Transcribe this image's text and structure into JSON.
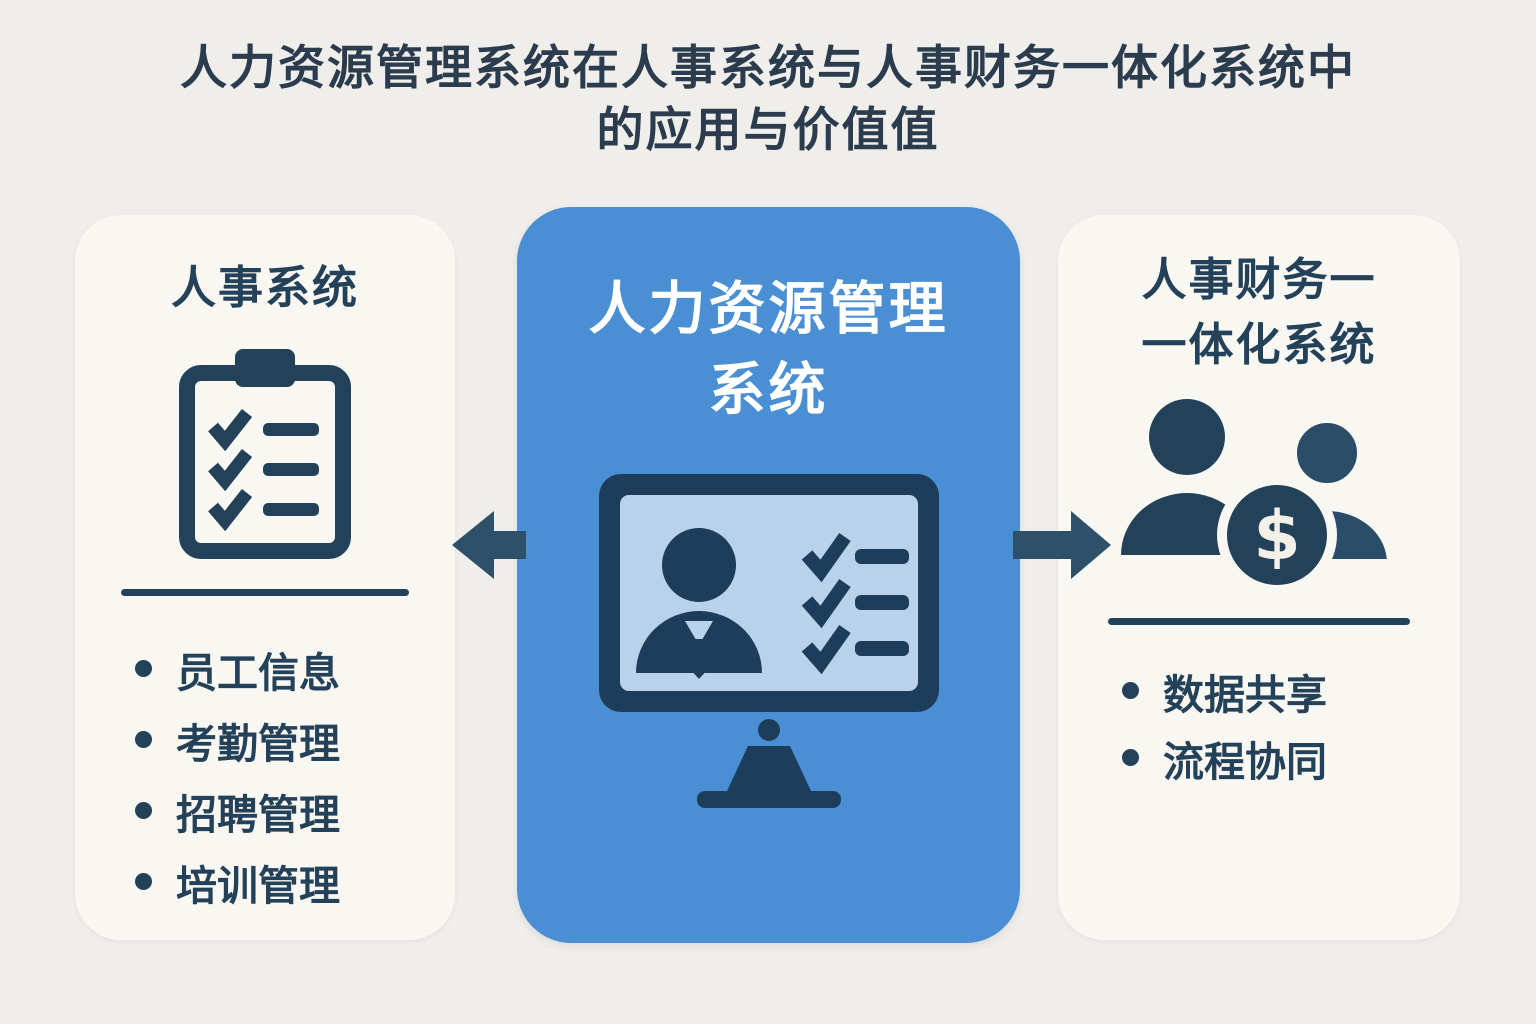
{
  "title": {
    "line1": "人力资源管理系统在人事系统与人事财务一体化系统中",
    "line2": "的应用与价值值"
  },
  "left_card": {
    "title": "人事系统",
    "icon": "clipboard-checklist-icon",
    "items": [
      "员工信息",
      "考勤管理",
      "招聘管理",
      "培训管理"
    ]
  },
  "center_card": {
    "title_line1": "人力资源管理",
    "title_line2": "系统",
    "icon": "monitor-user-checklist-icon"
  },
  "right_card": {
    "title_line1": "人事财务一",
    "title_line2": "一体化系统",
    "icon": "people-dollar-icon",
    "items": [
      "数据共享",
      "流程协同"
    ]
  },
  "coin": {
    "symbol": "$"
  },
  "colors": {
    "background": "#f0eeea",
    "card_background": "#f9f7f1",
    "center_card_background": "#4a8fd3",
    "dark_navy": "#24415a",
    "screen_blue": "#b9d2ec",
    "arrow": "#2e5069",
    "title_text": "#2b3c4e",
    "center_title_text": "#ffffff"
  }
}
